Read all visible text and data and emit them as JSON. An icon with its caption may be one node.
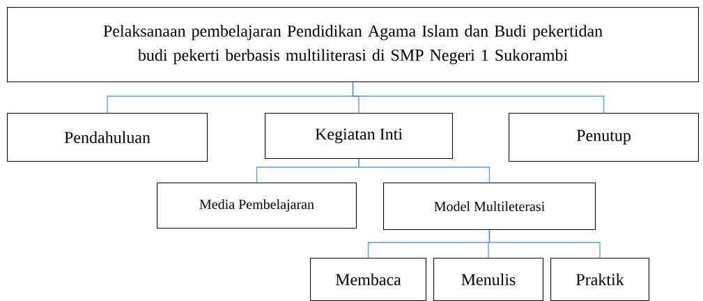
{
  "diagram": {
    "nodes": [
      {
        "text": [
          "Pelaksanaan pembelajaran Pendidikan Agama Islam dan Budi pekertidan budi pekerti berbasis multiliterasi di SMP Negeri 1 Sukorambi"
        ]
      },
      {
        "text": [
          "Pendahuluan"
        ]
      },
      {
        "text": [
          "Kegiatan Inti"
        ]
      },
      {
        "text": [
          "Penutup"
        ]
      },
      {
        "text": [
          "Media Pembelajaran"
        ]
      },
      {
        "text": [
          "Model Multileterasi"
        ]
      },
      {
        "text": [
          "Membaca"
        ]
      },
      {
        "text": [
          "Menulis"
        ]
      },
      {
        "text": [
          "Praktik"
        ]
      }
    ],
    "edges": [
      {
        "from": 0,
        "to": 1,
        "arrow": "none"
      },
      {
        "from": 0,
        "to": 2,
        "arrow": "none"
      },
      {
        "from": 0,
        "to": 3,
        "arrow": "none"
      },
      {
        "from": 2,
        "to": 4,
        "arrow": "none"
      },
      {
        "from": 2,
        "to": 5,
        "arrow": "none"
      },
      {
        "from": 5,
        "to": 6,
        "arrow": "none"
      },
      {
        "from": 5,
        "to": 7,
        "arrow": "none"
      },
      {
        "from": 5,
        "to": 8,
        "arrow": "none"
      }
    ]
  }
}
